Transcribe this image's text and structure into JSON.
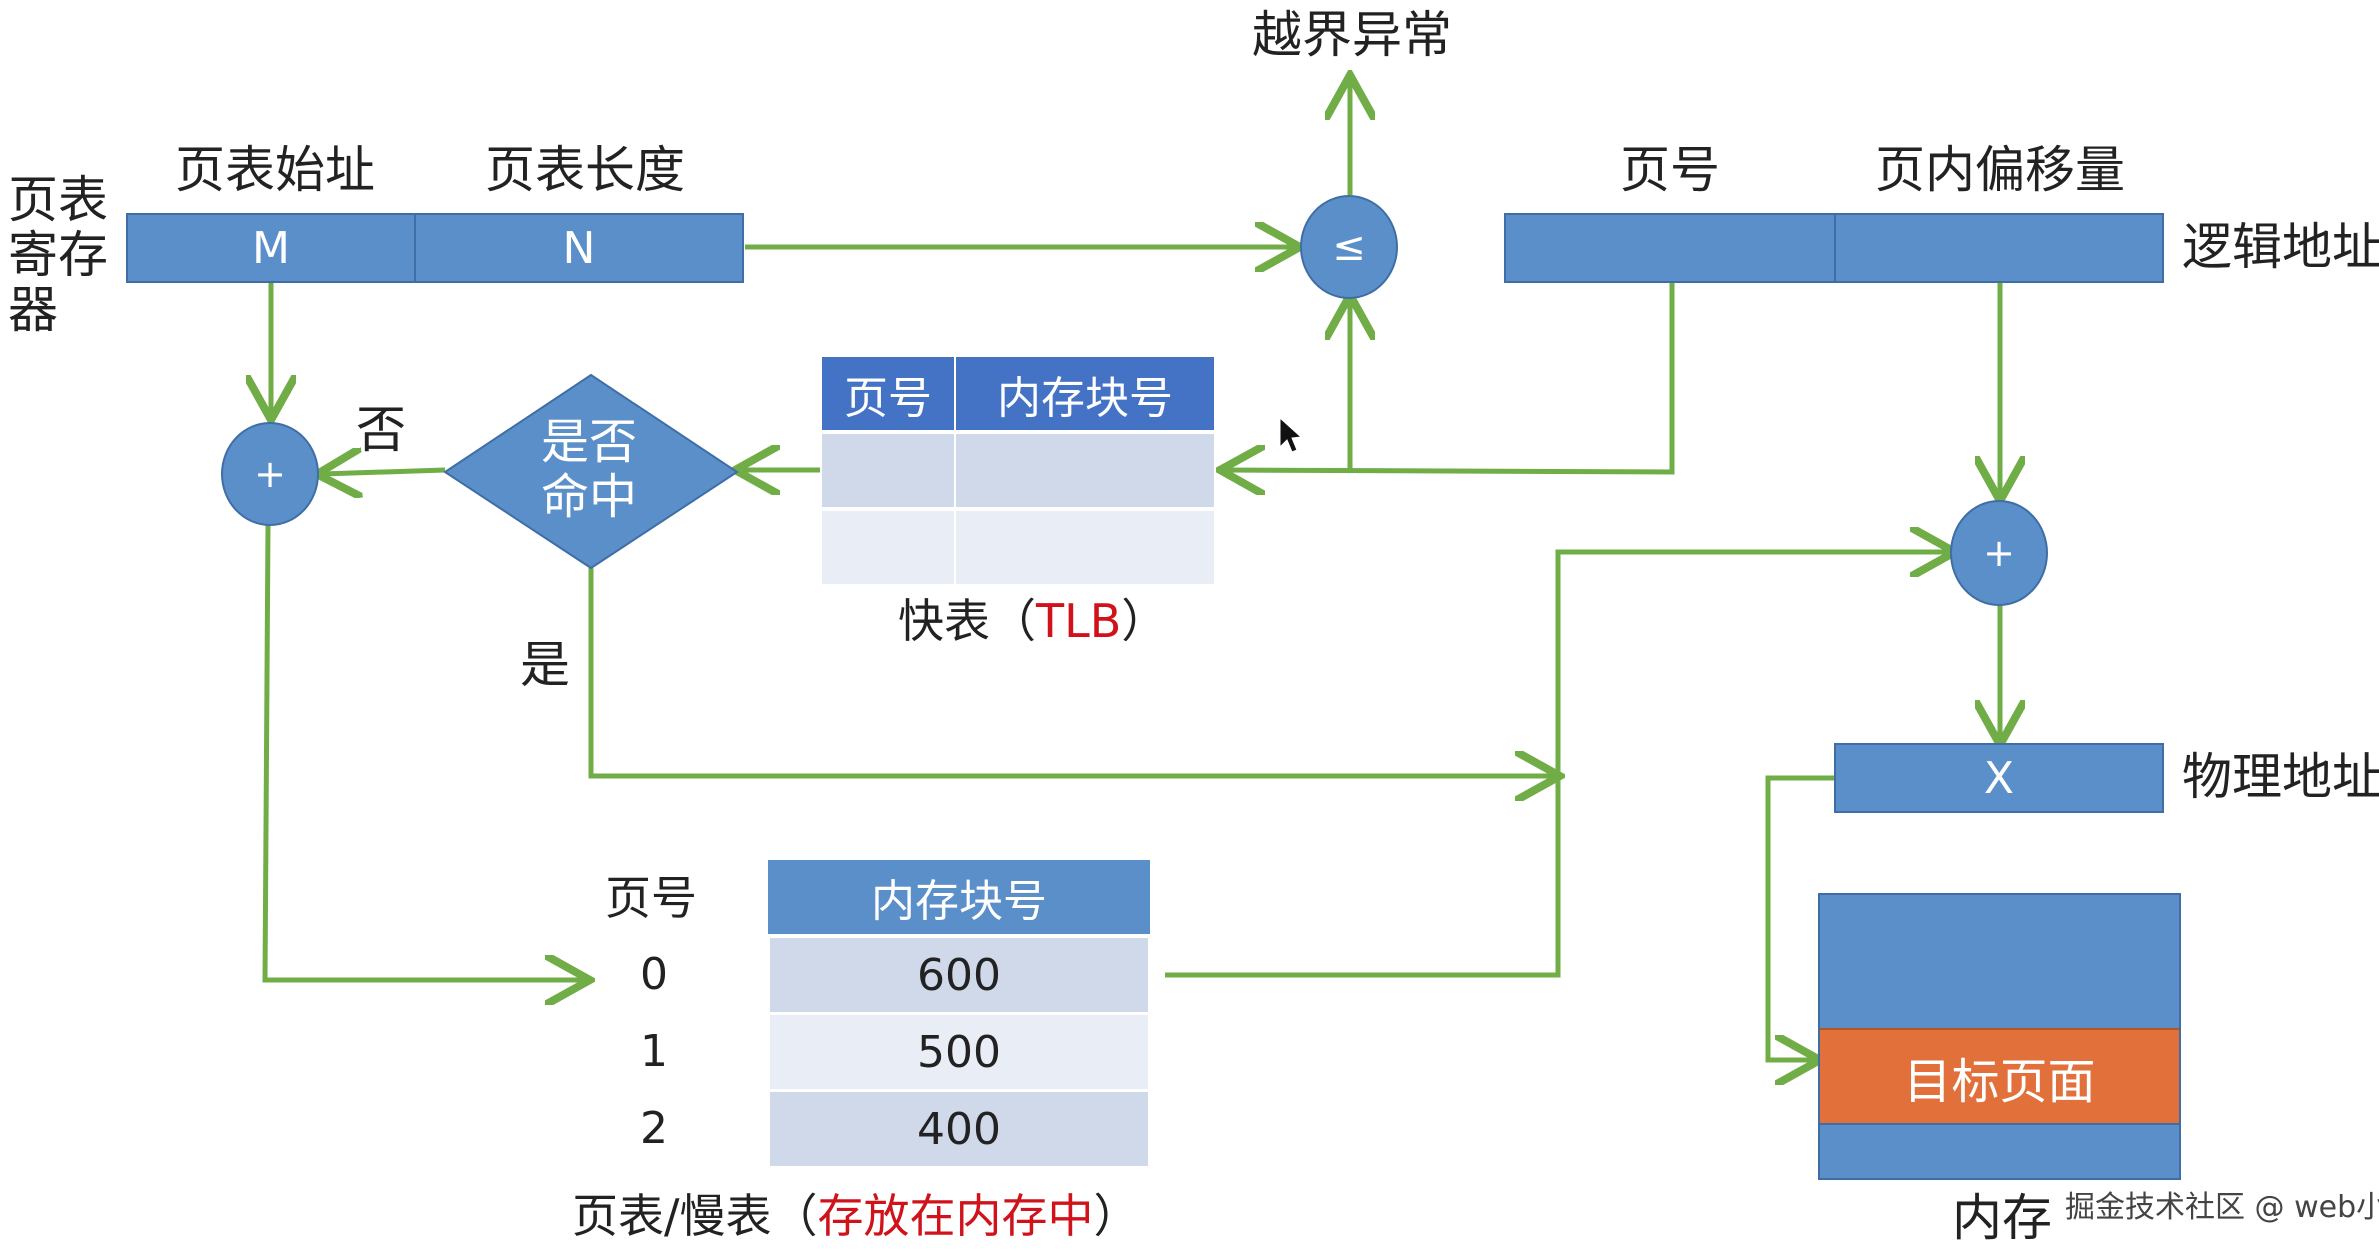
{
  "watermark": "掘金技术社区 @ web小张",
  "register": {
    "label_line1": "页表",
    "label_line2": "寄存",
    "label_line3": "器",
    "col1_title": "页表始址",
    "col2_title": "页表长度",
    "col1_value": "M",
    "col2_value": "N"
  },
  "compare": {
    "symbol": "≤",
    "result": "越界异常"
  },
  "logical_address": {
    "label": "逻辑地址",
    "col1_title": "页号",
    "col2_title": "页内偏移量"
  },
  "tlb": {
    "header_page": "页号",
    "header_frame": "内存块号",
    "caption_prefix": "快表（",
    "caption_highlight": "TLB",
    "caption_suffix": "）"
  },
  "decision": {
    "line1": "是否",
    "line2": "命中",
    "no_label": "否",
    "yes_label": "是"
  },
  "adders": {
    "left_symbol": "+",
    "right_symbol": "+"
  },
  "physical_address": {
    "label": "物理地址",
    "value": "X"
  },
  "page_table": {
    "header_page": "页号",
    "header_frame": "内存块号",
    "rows": [
      {
        "page": "0",
        "frame": "600"
      },
      {
        "page": "1",
        "frame": "500"
      },
      {
        "page": "2",
        "frame": "400"
      }
    ],
    "caption_prefix": "页表/慢表（",
    "caption_highlight": "存放在内存中",
    "caption_suffix": "）"
  },
  "memory": {
    "target_label": "目标页面",
    "label": "内存"
  },
  "colors": {
    "box": "#5b8fc9",
    "arrow": "#70ad47",
    "target": "#e2703a",
    "highlight": "#d0121b"
  }
}
